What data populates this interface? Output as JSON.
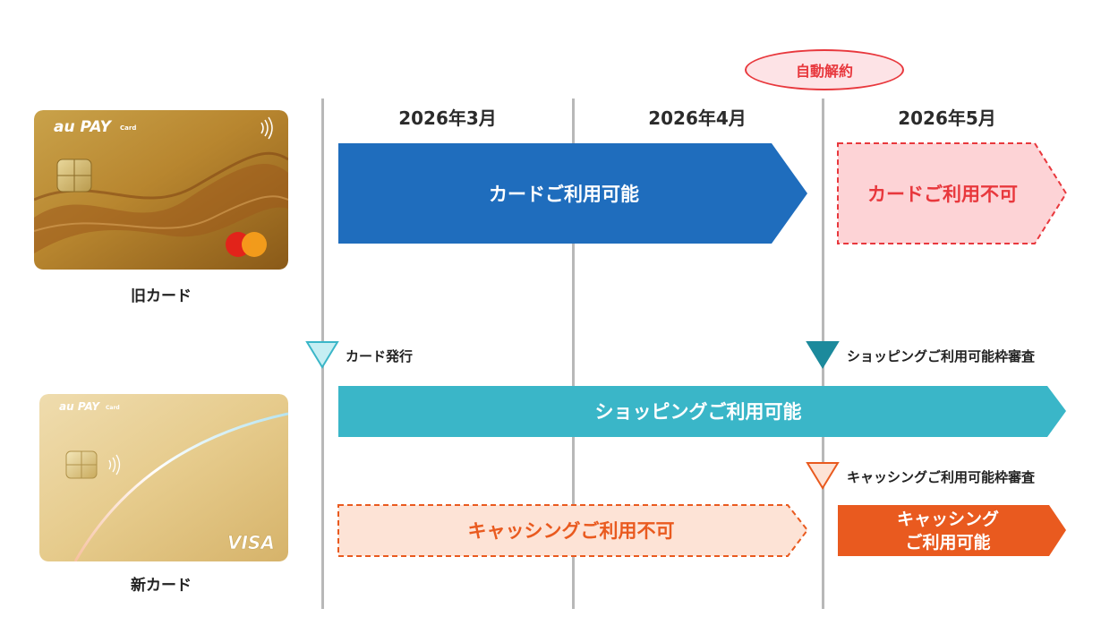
{
  "badge": "自動解約",
  "months": [
    "2026年3月",
    "2026年4月",
    "2026年5月"
  ],
  "old_card": {
    "label": "旧カード",
    "logo": "au PAY",
    "logo_sub": "Card"
  },
  "new_card": {
    "label": "新カード",
    "logo": "au PAY",
    "logo_sub": "Card",
    "brand": "VISA"
  },
  "bars": {
    "old_available": "カードご利用可能",
    "old_unavailable": "カードご利用不可",
    "shopping_available": "ショッピングご利用可能",
    "cashing_unavailable": "キャッシングご利用不可",
    "cashing_available_line1": "キャッシング",
    "cashing_available_line2": "ご利用可能"
  },
  "markers": {
    "card_issue": "カード発行",
    "shopping_review": "ショッピングご利用可能枠審査",
    "cashing_review": "キャッシングご利用可能枠審査"
  },
  "colors": {
    "blue": "#1f6dbd",
    "teal": "#3ab6c8",
    "red": "#e8383d",
    "pink_fill": "#fdd3d6",
    "orange": "#e95a1f",
    "peach_fill": "#fde3d6",
    "gray_line": "#b8b8b8"
  }
}
